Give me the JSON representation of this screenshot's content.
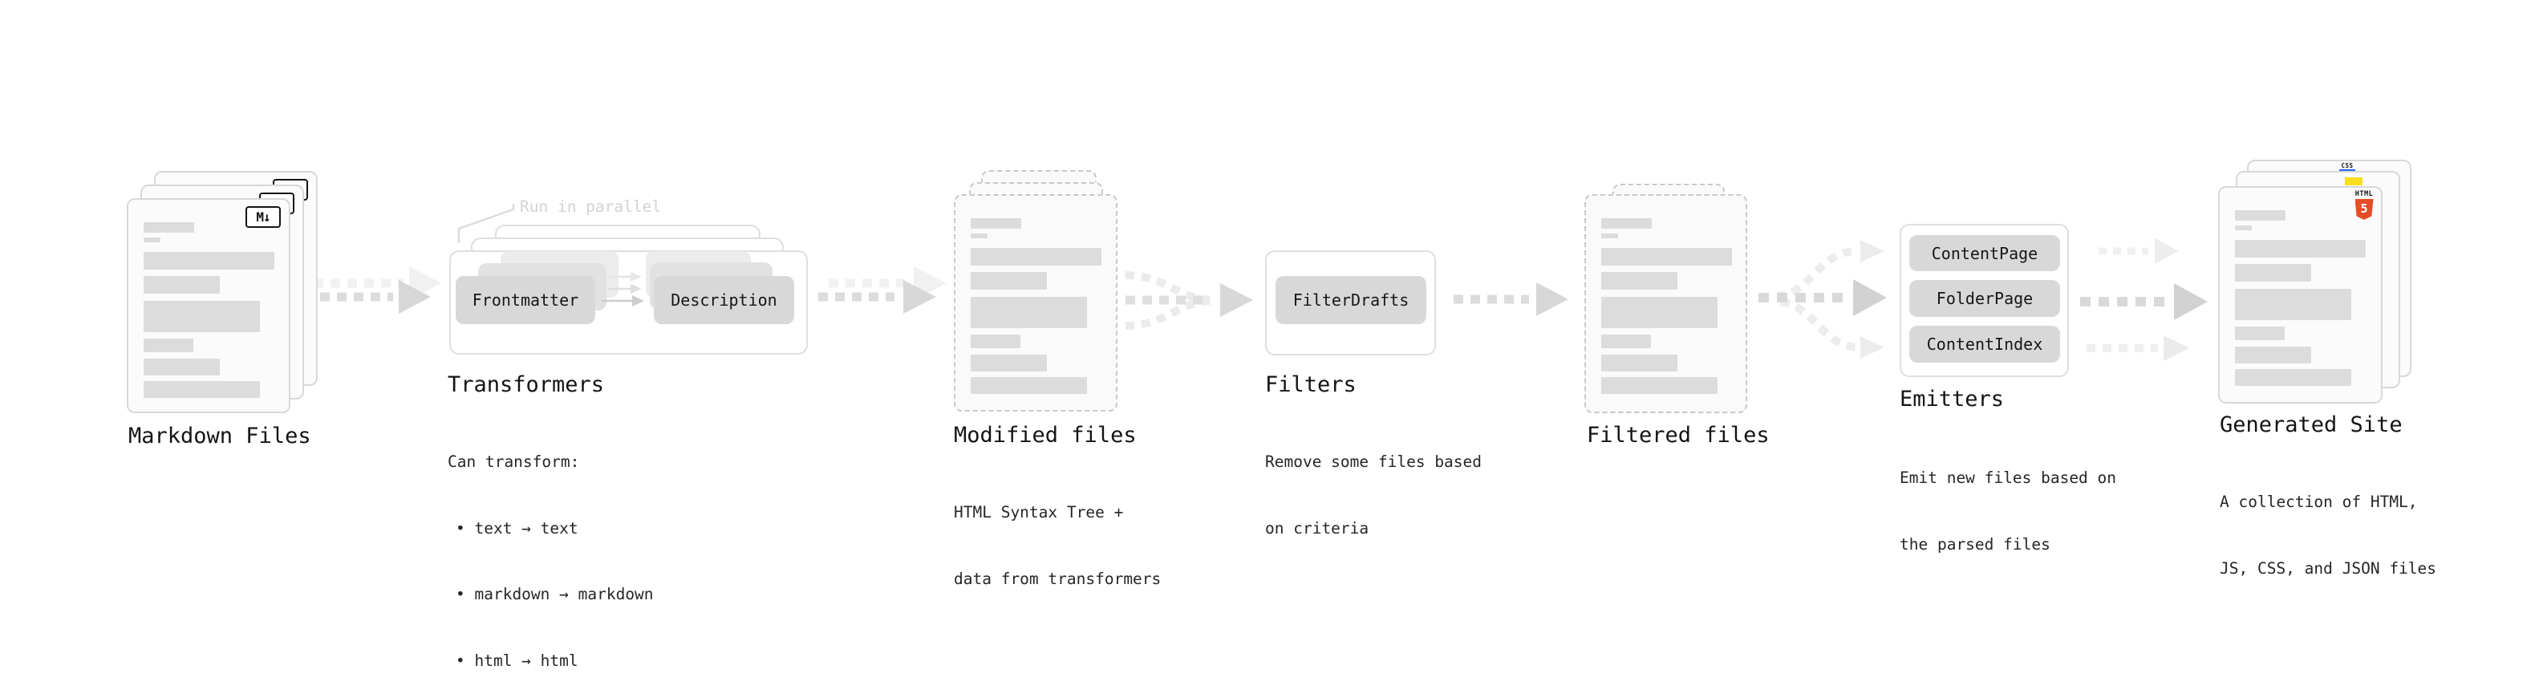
{
  "colors": {
    "html5_orange": "#e44d26",
    "js_yellow": "#f7df1e",
    "css_blue": "#2965f1"
  },
  "stages": {
    "markdown": {
      "title": "Markdown Files",
      "badge": "M↓"
    },
    "transformers": {
      "title": "Transformers",
      "callout": "Run in parallel",
      "buttons": [
        "Frontmatter",
        "Description"
      ],
      "desc_intro": "Can transform:",
      "bullets": [
        "• text → text",
        "• markdown → markdown",
        "• html → html"
      ]
    },
    "modified": {
      "title": "Modified files",
      "desc": [
        "HTML Syntax Tree +",
        "data from transformers"
      ]
    },
    "filters": {
      "title": "Filters",
      "buttons": [
        "FilterDrafts"
      ],
      "desc": [
        "Remove some files based",
        "on criteria"
      ]
    },
    "filtered": {
      "title": "Filtered files"
    },
    "emitters": {
      "title": "Emitters",
      "buttons": [
        "ContentPage",
        "FolderPage",
        "ContentIndex"
      ],
      "desc": [
        "Emit new files based on",
        "the parsed files"
      ]
    },
    "generated": {
      "title": "Generated Site",
      "desc": [
        "A collection of HTML,",
        "JS, CSS, and JSON files"
      ],
      "badges": {
        "css": "CSS",
        "html": "HTML",
        "five": "5"
      }
    }
  }
}
